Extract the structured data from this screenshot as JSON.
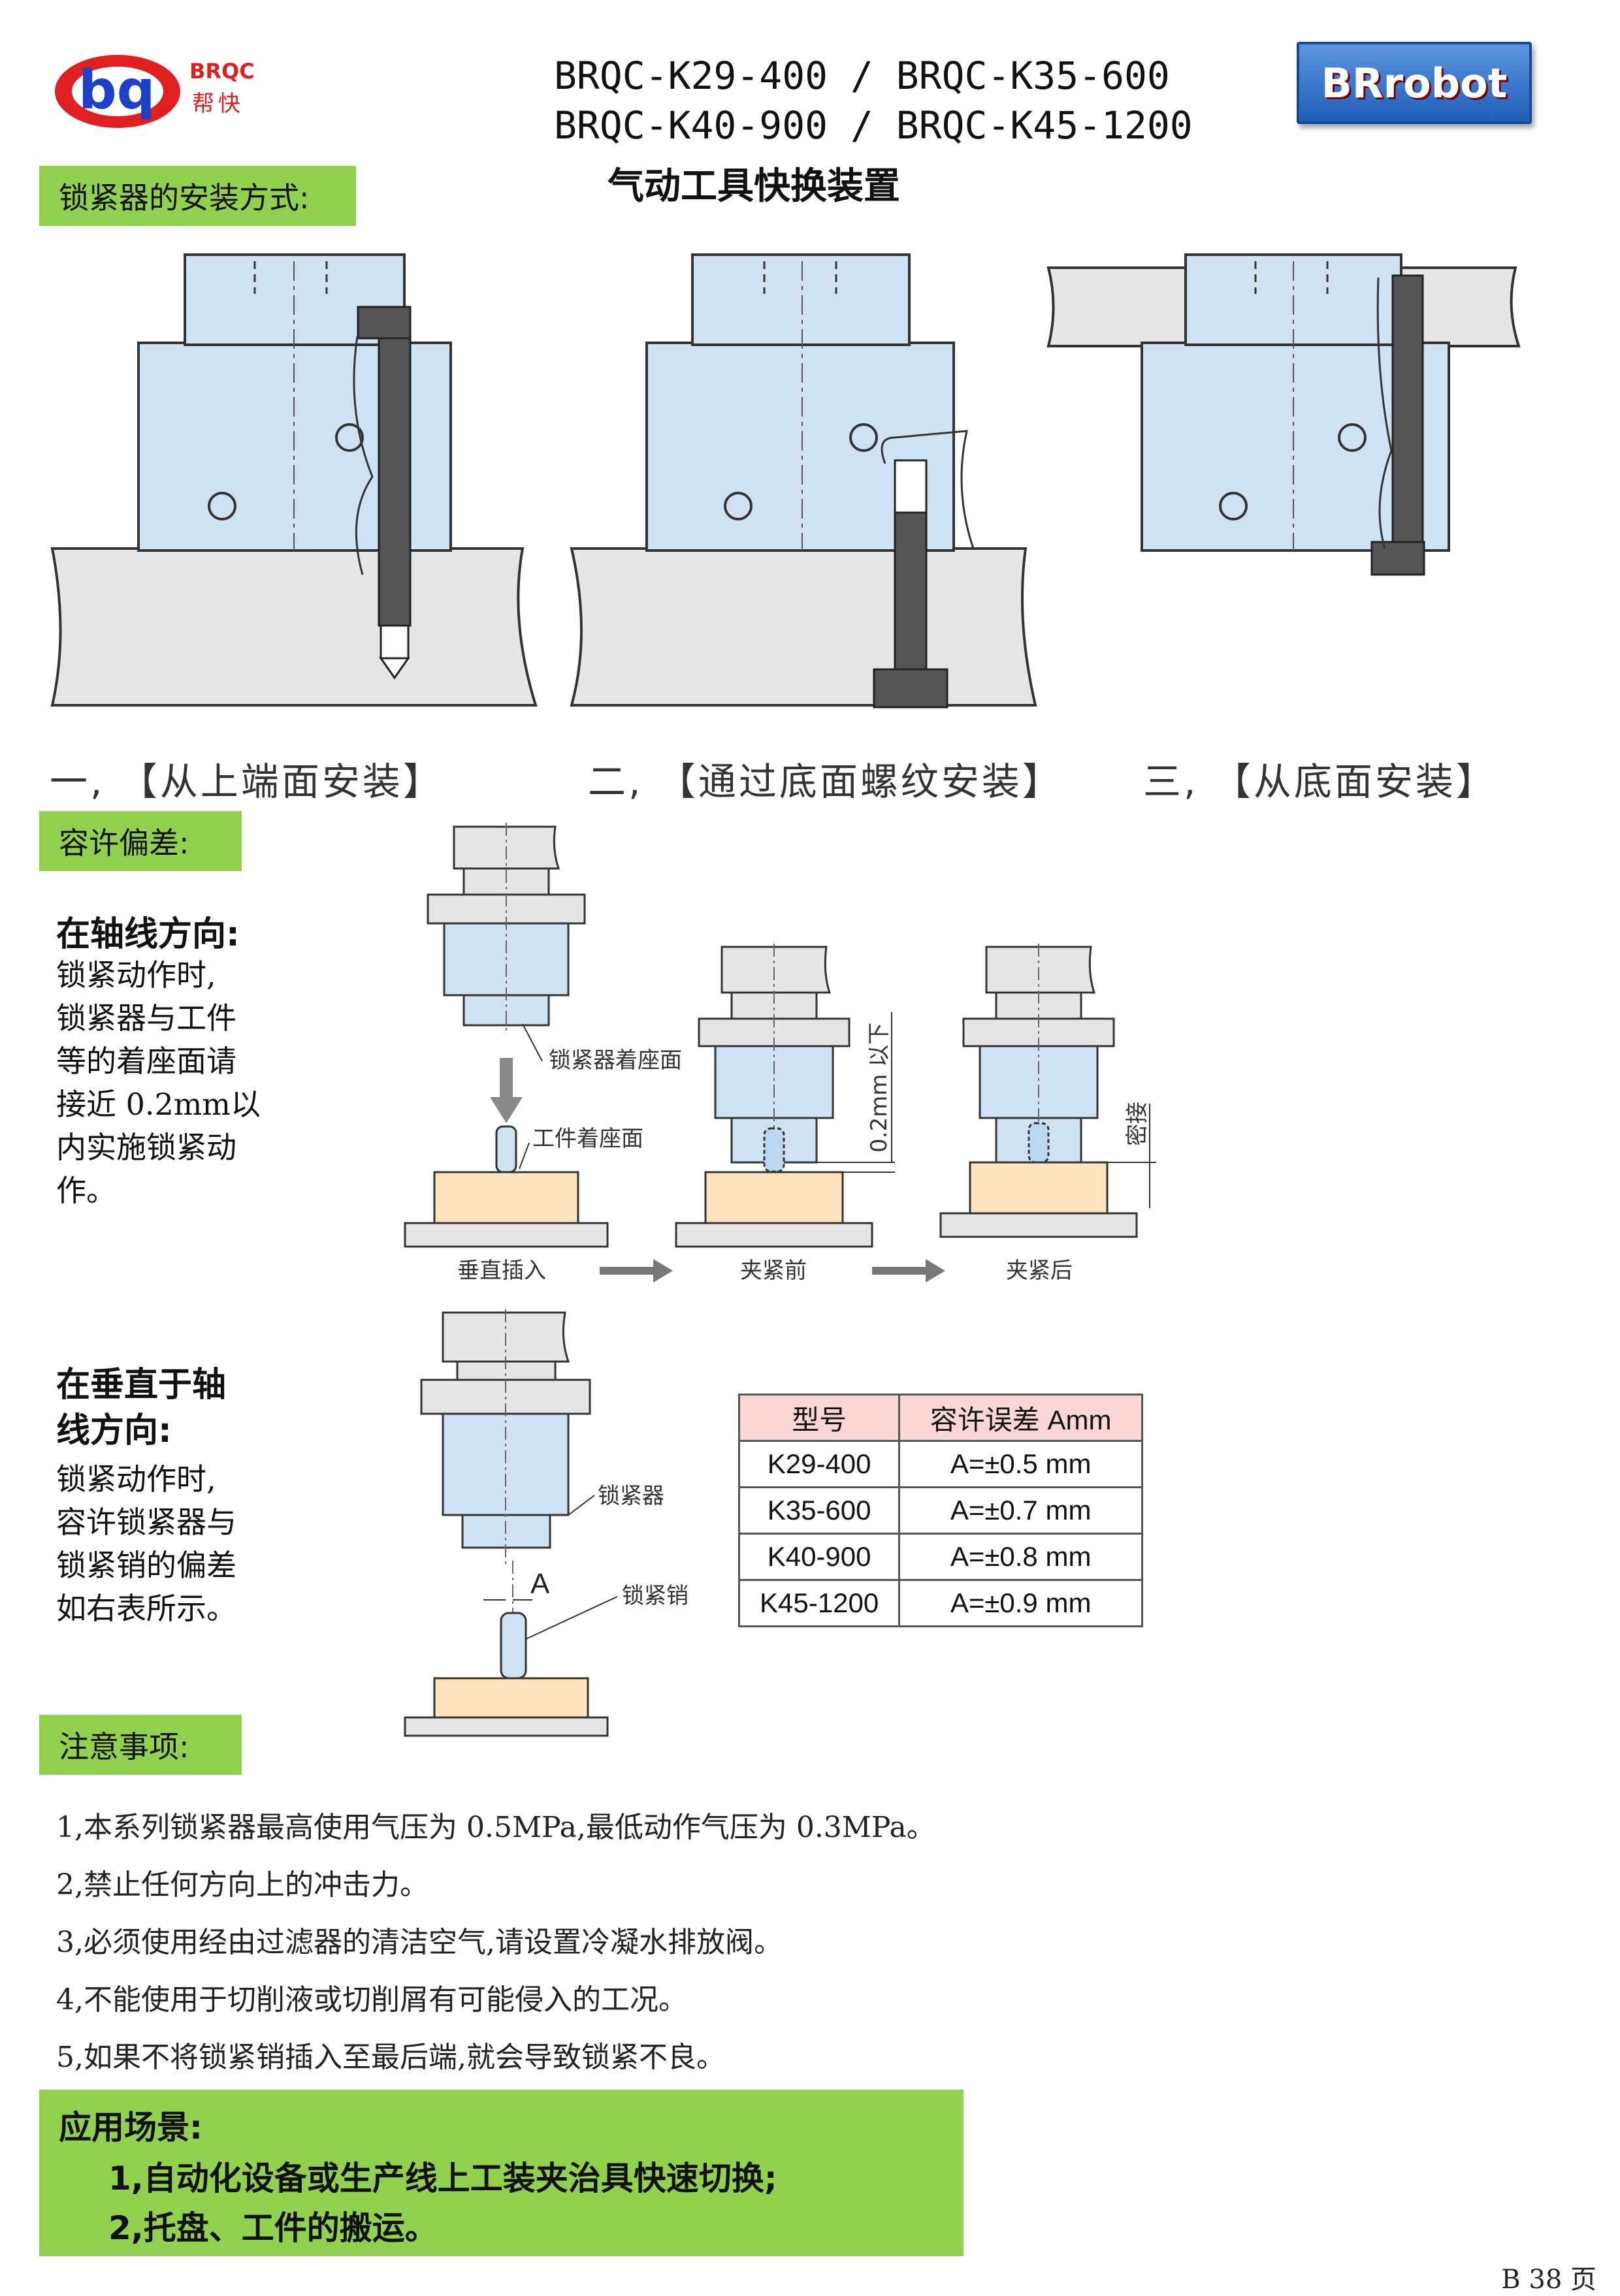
{
  "header": {
    "logo_text": "BRQC",
    "logo_sub": "帮快",
    "title_line1": "BRQC-K29-400 / BRQC-K35-600",
    "title_line2": "BRQC-K40-900 / BRQC-K45-1200",
    "product_name": "气动工具快换装置",
    "brand_badge": "BRrobot"
  },
  "install": {
    "heading": "锁紧器的安装方式:",
    "captions": [
      "一, 【从上端面安装】",
      "二, 【通过底面螺纹安装】",
      "三, 【从底面安装】"
    ]
  },
  "tolerance": {
    "heading": "容许偏差:",
    "axial": {
      "title": "在轴线方向:",
      "text_lines": [
        "锁紧动作时,",
        "锁紧器与工件",
        "等的着座面请",
        "接近 0.2mm以",
        "内实施锁紧动",
        "作。"
      ],
      "labels": {
        "clamp_seat": "锁紧器着座面",
        "work_seat": "工件着座面",
        "gap": "0.2mm 以下",
        "contact": "密接",
        "step1": "垂直插入",
        "step2": "夹紧前",
        "step3": "夹紧后"
      }
    },
    "radial": {
      "title_lines": [
        "在垂直于轴",
        "线方向:"
      ],
      "text_lines": [
        "锁紧动作时,",
        "容许锁紧器与",
        "锁紧销的偏差",
        "如右表所示。"
      ],
      "labels": {
        "clamp": "锁紧器",
        "pin": "锁紧销",
        "offset": "A"
      }
    },
    "table": {
      "headers": [
        "型号",
        "容许误差 Amm"
      ],
      "rows": [
        [
          "K29-400",
          "A=±0.5 mm"
        ],
        [
          "K35-600",
          "A=±0.7 mm"
        ],
        [
          "K40-900",
          "A=±0.8 mm"
        ],
        [
          "K45-1200",
          "A=±0.9 mm"
        ]
      ]
    }
  },
  "notes": {
    "heading": "注意事项:",
    "items": [
      "1,本系列锁紧器最高使用气压为 0.5MPa,最低动作气压为 0.3MPa。",
      "2,禁止任何方向上的冲击力。",
      "3,必须使用经由过滤器的清洁空气,请设置冷凝水排放阀。",
      "4,不能使用于切削液或切削屑有可能侵入的工况。",
      "5,如果不将锁紧销插入至最后端,就会导致锁紧不良。"
    ]
  },
  "application": {
    "heading": "应用场景:",
    "items": [
      "1,自动化设备或生产线上工装夹治具快速切换;",
      "2,托盘、工件的搬运。"
    ]
  },
  "footer": {
    "page": "B 38 页"
  },
  "colors": {
    "tag_green": "#92d050",
    "part_blue": "#cfe2f3",
    "plate_gray": "#e6e6e6",
    "work_tan": "#fde4bf",
    "bolt_dark": "#555555",
    "badge_blue": "#2e6fc4",
    "logo_red": "#e02020"
  }
}
